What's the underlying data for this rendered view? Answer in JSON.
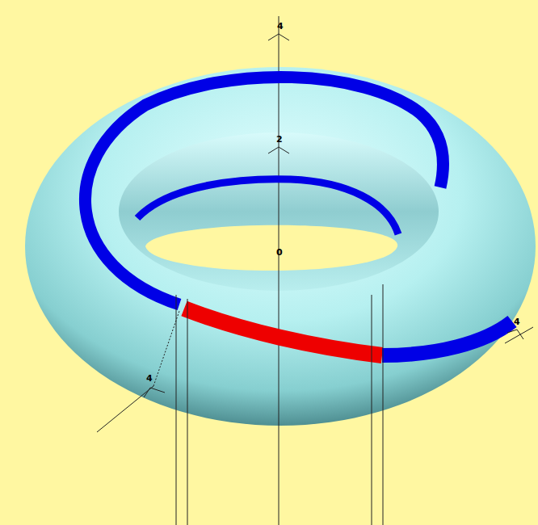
{
  "diagram": {
    "labels": [
      "4",
      "2",
      "0",
      "4",
      "4"
    ]
  }
}
